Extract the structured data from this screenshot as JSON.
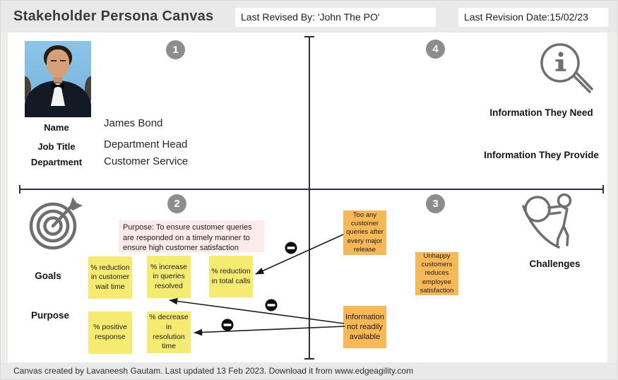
{
  "header": {
    "title": "Stakeholder Persona Canvas",
    "last_revised_by": "Last Revised By: 'John The PO'",
    "last_revision_date": "Last Revision Date:15/02/23"
  },
  "quadrants": {
    "q1": {
      "number": "1",
      "fields": [
        {
          "label": "Name",
          "value": "James Bond"
        },
        {
          "label": "Job Title",
          "value": "Department Head"
        },
        {
          "label": "Department",
          "value": "Customer Service"
        }
      ]
    },
    "q2": {
      "number": "2",
      "goals_label": "Goals",
      "purpose_label": "Purpose",
      "purpose_note": "Purpose: To ensure customer queries are responded on a timely manner to ensure high customer satisfaction",
      "stickies": [
        "% reduction in customer wait time",
        "% increase in queries resolved",
        "% reduction in total calls",
        "% positive response",
        "% decrease in resolution time"
      ]
    },
    "q3": {
      "number": "3",
      "challenges_label": "Challenges",
      "stickies": [
        "Too any customer queries after every major release",
        "Unhappy customers reduces employee satisfaction",
        "Information not readily available"
      ]
    },
    "q4": {
      "number": "4",
      "info_need": "Information They Need",
      "info_provide": "Information They Provide"
    }
  },
  "footer": {
    "credit": "Canvas created by Lavaneesh Gautam. Last updated 13 Feb 2023. Download it from www.edgeagility.com"
  },
  "icons": {
    "goals": "target-with-dart",
    "information": "magnifier-with-info",
    "challenges": "person-pushing-boulder-uphill",
    "blocked": "no-entry-sign"
  },
  "colors": {
    "yellow_sticky": "#f6eb71",
    "orange_sticky": "#f7b955",
    "pink_note": "#fcebe9",
    "badge_gray": "#8d8d8d",
    "icon_gray": "#6f6f6f",
    "axis_navy": "#2c2a4a",
    "arrow_black": "#1a1a1a",
    "header_gray": "#e9e9e9"
  }
}
